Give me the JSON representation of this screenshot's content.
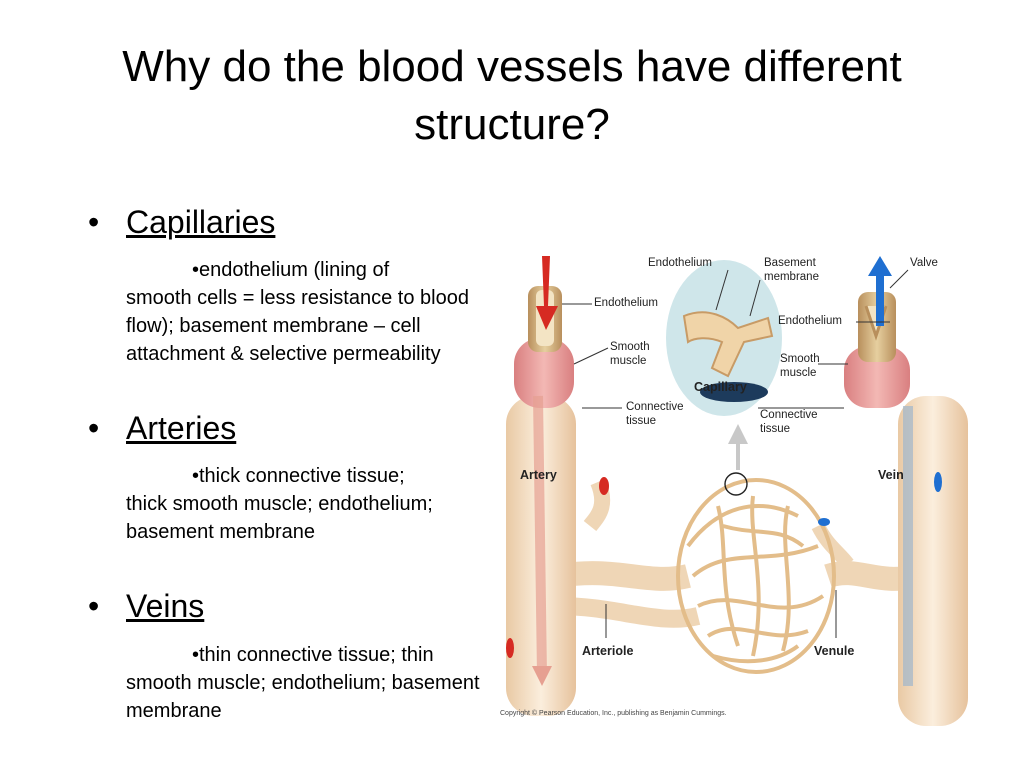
{
  "title": "Why do the blood vessels have different structure?",
  "bullets": [
    {
      "label": "Capillaries",
      "desc_first": "•endothelium (lining of",
      "desc_rest": "smooth cells = less resistance to blood flow); basement membrane – cell attachment & selective permeability"
    },
    {
      "label": "Arteries",
      "desc_first": "•thick connective tissue;",
      "desc_rest": "thick smooth muscle; endothelium; basement membrane"
    },
    {
      "label": "Veins",
      "desc_first": "•thin connective tissue; thin",
      "desc_rest": "smooth muscle; endothelium; basement membrane"
    }
  ],
  "figure": {
    "labels": {
      "endothelium_artery": "Endothelium",
      "smooth_muscle_artery": "Smooth muscle",
      "connective_artery": "Connective tissue",
      "endothelium_cap": "Endothelium",
      "basement": "Basement membrane",
      "capillary": "Capillary",
      "valve": "Valve",
      "endothelium_vein": "Endothelium",
      "smooth_muscle_vein": "Smooth muscle",
      "connective_vein": "Connective tissue",
      "artery": "Artery",
      "vein": "Vein",
      "arteriole": "Arteriole",
      "venule": "Venule"
    },
    "copyright": "Copyright © Pearson Education, Inc., publishing as Benjamin Cummings.",
    "colors": {
      "artery_red": "#d62a22",
      "vein_blue": "#1f6fd1",
      "tissue": "#f7e3c8",
      "muscle": "#e89a9a"
    }
  }
}
